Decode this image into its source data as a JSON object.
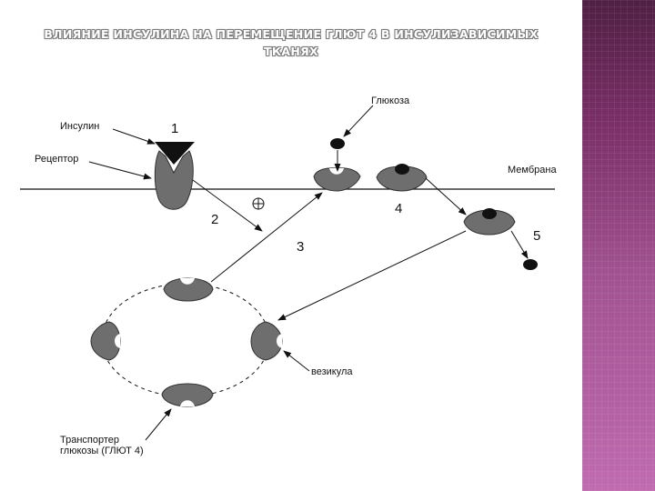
{
  "title": "ВЛИЯНИЕ ИНСУЛИНА НА ПЕРЕМЕЩЕНИЕ ГЛЮТ 4 В ИНСУЛИЗАВИСИМЫХ ТКАНЯХ",
  "labels": {
    "glucose": "Глюкоза",
    "insulin": "Инсулин",
    "receptor": "Рецептор",
    "membrane": "Мембрана",
    "vesicle": "везикула",
    "transporter_line1": "Транспортер",
    "transporter_line2": "глюкозы (ГЛЮТ 4)"
  },
  "steps": {
    "s1": "1",
    "s2": "2",
    "s3": "3",
    "s4": "4",
    "s5": "5"
  },
  "colors": {
    "shape_fill": "#6e6e6e",
    "dark": "#111111",
    "sidebar_top": "#4f1f43",
    "sidebar_bottom": "#c06bb0"
  }
}
